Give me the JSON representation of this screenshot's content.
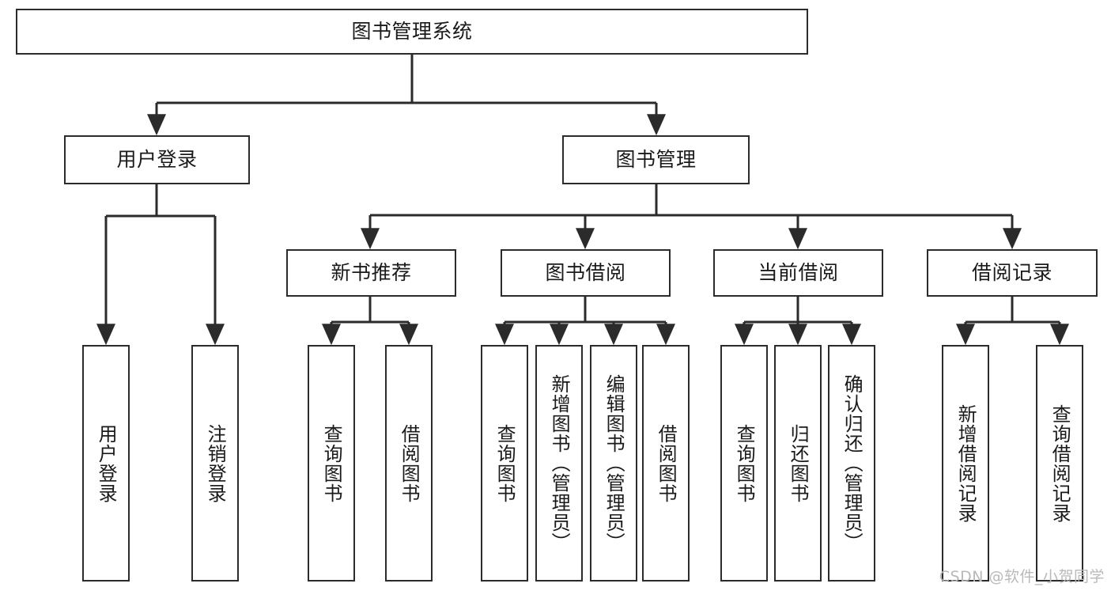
{
  "diagram": {
    "title": "图书管理系统",
    "type": "tree",
    "watermark": "CSDN @软件_小贺同学",
    "colors": {
      "box_border": "#2b2b2b",
      "box_fill": "#ffffff",
      "edge": "#2b2b2b",
      "text": "#1a1a1a",
      "watermark": "#b9b9b9",
      "page_background": "#ffffff"
    },
    "nodes": {
      "root": {
        "label": "图书管理系统",
        "orientation": "horizontal",
        "level": 0
      },
      "user_login": {
        "label": "用户登录",
        "orientation": "horizontal",
        "level": 1
      },
      "book_manage": {
        "label": "图书管理",
        "orientation": "horizontal",
        "level": 1
      },
      "new_book_rec": {
        "label": "新书推荐",
        "orientation": "horizontal",
        "level": 2
      },
      "book_borrow": {
        "label": "图书借阅",
        "orientation": "horizontal",
        "level": 2
      },
      "current_borrow": {
        "label": "当前借阅",
        "orientation": "horizontal",
        "level": 2
      },
      "borrow_record": {
        "label": "借阅记录",
        "orientation": "horizontal",
        "level": 2
      },
      "leaf_user_login": {
        "label": "用户登录",
        "orientation": "vertical",
        "level": 2
      },
      "leaf_logout": {
        "label": "注销登录",
        "orientation": "vertical",
        "level": 2
      },
      "leaf_query_book_1": {
        "label": "查询图书",
        "orientation": "vertical",
        "level": 3
      },
      "leaf_borrow_book_1": {
        "label": "借阅图书",
        "orientation": "vertical",
        "level": 3
      },
      "leaf_query_book_2": {
        "label": "查询图书",
        "orientation": "vertical",
        "level": 3
      },
      "leaf_add_book": {
        "label": "新增图书（管理员）",
        "orientation": "vertical",
        "level": 3
      },
      "leaf_edit_book": {
        "label": "编辑图书（管理员）",
        "orientation": "vertical",
        "level": 3
      },
      "leaf_borrow_book_2": {
        "label": "借阅图书",
        "orientation": "vertical",
        "level": 3
      },
      "leaf_query_book_3": {
        "label": "查询图书",
        "orientation": "vertical",
        "level": 3
      },
      "leaf_return_book": {
        "label": "归还图书",
        "orientation": "vertical",
        "level": 3
      },
      "leaf_confirm_return": {
        "label": "确认归还（管理员）",
        "orientation": "vertical",
        "level": 3
      },
      "leaf_add_record": {
        "label": "新增借阅记录",
        "orientation": "vertical",
        "level": 3
      },
      "leaf_query_record": {
        "label": "查询借阅记录",
        "orientation": "vertical",
        "level": 3
      }
    },
    "edges": [
      {
        "from": "root",
        "to": "user_login"
      },
      {
        "from": "root",
        "to": "book_manage"
      },
      {
        "from": "user_login",
        "to": "leaf_user_login"
      },
      {
        "from": "user_login",
        "to": "leaf_logout"
      },
      {
        "from": "book_manage",
        "to": "new_book_rec"
      },
      {
        "from": "book_manage",
        "to": "book_borrow"
      },
      {
        "from": "book_manage",
        "to": "current_borrow"
      },
      {
        "from": "book_manage",
        "to": "borrow_record"
      },
      {
        "from": "new_book_rec",
        "to": "leaf_query_book_1"
      },
      {
        "from": "new_book_rec",
        "to": "leaf_borrow_book_1"
      },
      {
        "from": "book_borrow",
        "to": "leaf_query_book_2"
      },
      {
        "from": "book_borrow",
        "to": "leaf_add_book"
      },
      {
        "from": "book_borrow",
        "to": "leaf_edit_book"
      },
      {
        "from": "book_borrow",
        "to": "leaf_borrow_book_2"
      },
      {
        "from": "current_borrow",
        "to": "leaf_query_book_3"
      },
      {
        "from": "current_borrow",
        "to": "leaf_return_book"
      },
      {
        "from": "current_borrow",
        "to": "leaf_confirm_return"
      },
      {
        "from": "borrow_record",
        "to": "leaf_add_record"
      },
      {
        "from": "borrow_record",
        "to": "leaf_query_record"
      }
    ]
  }
}
